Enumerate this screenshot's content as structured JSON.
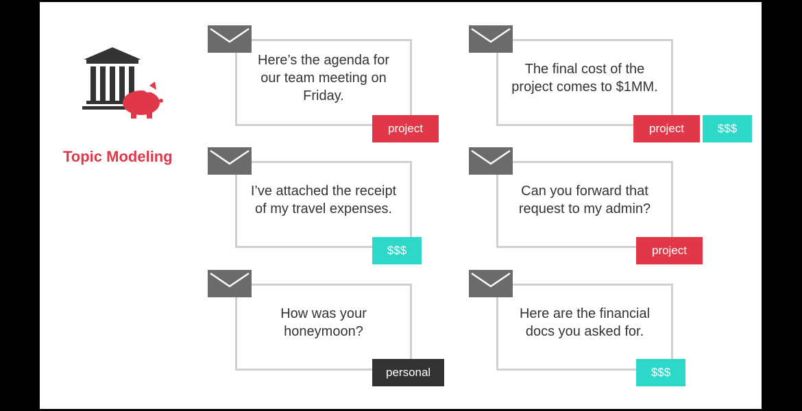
{
  "title": "Topic Modeling",
  "colors": {
    "accent_red": "#e03848",
    "teal": "#2ed8c8",
    "dark": "#333333",
    "envelope": "#6b6b6b",
    "border": "#d0d0d0"
  },
  "icons": [
    "bank-icon",
    "piggy-bank-icon",
    "envelope-icon"
  ],
  "emails": [
    {
      "text": "Here’s the agenda for our team meeting on Friday.",
      "tags": [
        {
          "label": "project",
          "kind": "red"
        }
      ]
    },
    {
      "text": "The final cost of the project comes to $1MM.",
      "tags": [
        {
          "label": "project",
          "kind": "red"
        },
        {
          "label": "$$$",
          "kind": "teal"
        }
      ]
    },
    {
      "text": "I’ve attached the receipt of my travel expenses.",
      "tags": [
        {
          "label": "$$$",
          "kind": "teal"
        }
      ]
    },
    {
      "text": "Can you forward that request to my admin?",
      "tags": [
        {
          "label": "project",
          "kind": "red"
        }
      ]
    },
    {
      "text": "How was your honeymoon?",
      "tags": [
        {
          "label": "personal",
          "kind": "dark"
        }
      ]
    },
    {
      "text": "Here are the financial docs you asked for.",
      "tags": [
        {
          "label": "$$$",
          "kind": "teal"
        }
      ]
    }
  ]
}
